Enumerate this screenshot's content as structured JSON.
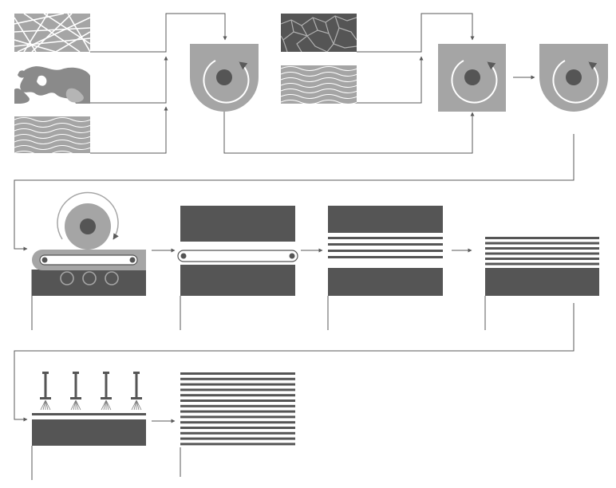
{
  "colors": {
    "background": "#ffffff",
    "dark": "#555555",
    "medium": "#a5a5a5",
    "light_fill": "#dcdcdc",
    "line": "#5a5a5a",
    "white": "#ffffff"
  },
  "icons": {
    "raw_fibers": "crossed-fibers-texture",
    "pulp_scraps": "blotchy-scrap-texture",
    "wavy_fibers": "wavy-fiber-texture",
    "cracked": "cracked-stone-texture",
    "mixer": "rotating-drum-icon",
    "sprayer": "spray-nozzle-icon"
  },
  "process": {
    "row1_sources": 3,
    "row2_layers_per_stage": [
      0,
      0,
      4,
      6
    ],
    "final_stack_layers": 14,
    "spray_nozzles": 4
  }
}
